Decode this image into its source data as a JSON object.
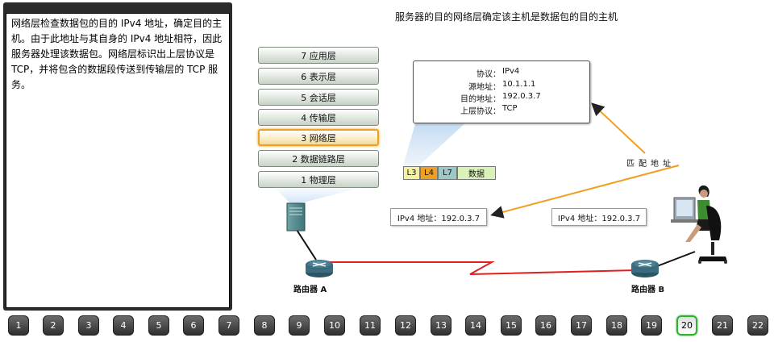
{
  "description": "网络层检查数据包的目的 IPv4 地址，确定目的主机。由于此地址与其自身的 IPv4 地址相符，因此服务器处理该数据包。网络层标识出上层协议是 TCP，并将包含的数据段传送到传输层的 TCP 服务。",
  "caption": "服务器的目的网络层确定该主机是数据包的目的主机",
  "layers": [
    "7 应用层",
    "6 表示层",
    "5 会话层",
    "4 传输层",
    "3 网络层",
    "2 数据链路层",
    "1 物理层"
  ],
  "active_layer": "3 网络层",
  "header_info": {
    "protocol_label": "协议：",
    "protocol_value": "IPv4",
    "src_label": "源地址：",
    "src_value": "10.1.1.1",
    "dst_label": "目的地址：",
    "dst_value": "192.0.3.7",
    "upper_label": "上层协议：",
    "upper_value": "TCP"
  },
  "packet": {
    "l3": "L3",
    "l4": "L4",
    "l7": "L7",
    "data": "数据"
  },
  "server_address": "IPv4 地址：192.0.3.7",
  "packet_address": "IPv4 地址：192.0.3.7",
  "match_label": "匹配地址",
  "router_a": "路由器 A",
  "router_b": "路由器 B",
  "nav": {
    "pages": [
      "1",
      "2",
      "3",
      "4",
      "5",
      "6",
      "7",
      "8",
      "9",
      "10",
      "11",
      "12",
      "13",
      "14",
      "15",
      "16",
      "17",
      "18",
      "19",
      "20",
      "21",
      "22"
    ],
    "current": "20"
  },
  "colors": {
    "link": "#e02020",
    "arrow": "#f0a020",
    "active_layer": "#f0a020",
    "current_page": "#33b033"
  }
}
